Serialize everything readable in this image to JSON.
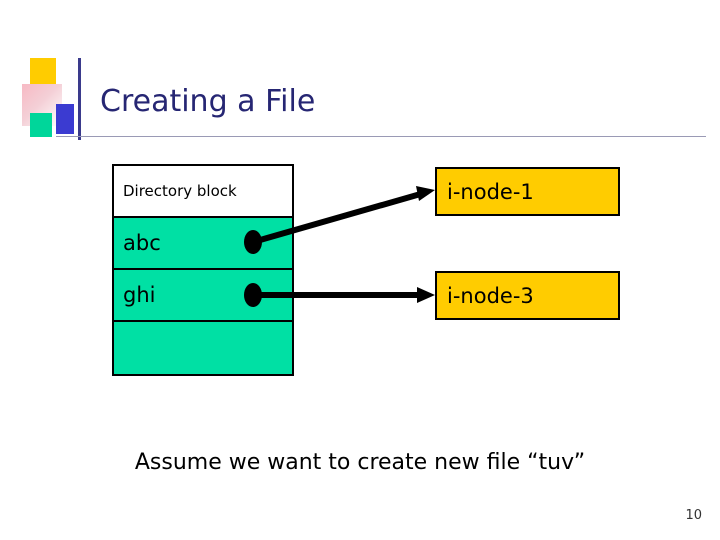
{
  "slide": {
    "title": "Creating a File",
    "page_number": "10",
    "caption": "Assume we want to create new file “tuv”"
  },
  "directory_block": {
    "header_label": "Directory block",
    "rows": [
      {
        "name": "abc"
      },
      {
        "name": "ghi"
      },
      {
        "name": ""
      }
    ],
    "fill_color": "#00e0a4",
    "border_color": "#000000"
  },
  "inodes": [
    {
      "label": "i-node-1"
    },
    {
      "label": "i-node-3"
    }
  ],
  "colors": {
    "title": "#262673",
    "inode_fill": "#ffcc00",
    "entry_fill": "#00e0a4",
    "rule": "#9a9ab5"
  }
}
